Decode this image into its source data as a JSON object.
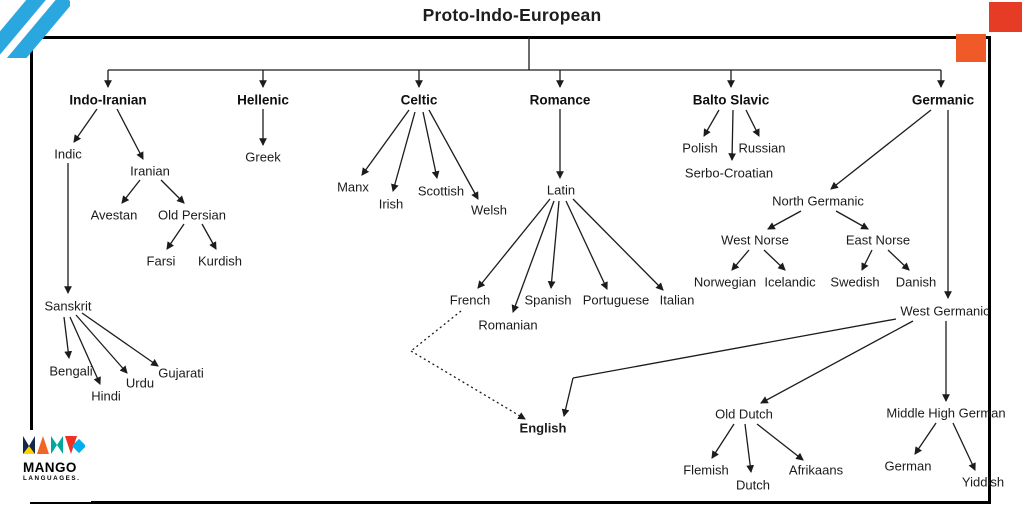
{
  "title": "Proto-Indo-European",
  "brand": {
    "name": "MANGO",
    "tagline": "LANGUAGES."
  },
  "colors": {
    "accent_blue": "#2ba7e0",
    "accent_red": "#e63c25",
    "accent_orange": "#f05a28",
    "line": "#1c1c1c"
  },
  "nodes": {
    "indo_iranian": "Indo-Iranian",
    "hellenic": "Hellenic",
    "celtic": "Celtic",
    "romance": "Romance",
    "balto_slavic": "Balto Slavic",
    "germanic": "Germanic",
    "indic": "Indic",
    "iranian": "Iranian",
    "avestan": "Avestan",
    "old_persian": "Old Persian",
    "farsi": "Farsi",
    "kurdish": "Kurdish",
    "sanskrit": "Sanskrit",
    "bengali": "Bengali",
    "hindi": "Hindi",
    "urdu": "Urdu",
    "gujarati": "Gujarati",
    "greek": "Greek",
    "manx": "Manx",
    "irish": "Irish",
    "scottish": "Scottish",
    "welsh": "Welsh",
    "latin": "Latin",
    "french": "French",
    "romanian": "Romanian",
    "spanish": "Spanish",
    "portuguese": "Portuguese",
    "italian": "Italian",
    "polish": "Polish",
    "russian": "Russian",
    "serbo_croatian": "Serbo-Croatian",
    "north_germanic": "North Germanic",
    "west_norse": "West Norse",
    "east_norse": "East Norse",
    "norwegian": "Norwegian",
    "icelandic": "Icelandic",
    "swedish": "Swedish",
    "danish": "Danish",
    "west_germanic": "West Germanic",
    "english": "English",
    "old_dutch": "Old Dutch",
    "middle_high_german": "Middle High German",
    "flemish": "Flemish",
    "dutch": "Dutch",
    "afrikaans": "Afrikaans",
    "german": "German",
    "yiddish": "Yiddish"
  },
  "edges": [
    {
      "from": "Proto-Indo-European",
      "to": [
        "Indo-Iranian",
        "Hellenic",
        "Celtic",
        "Romance",
        "Balto Slavic",
        "Germanic"
      ]
    },
    {
      "from": "Indo-Iranian",
      "to": [
        "Indic",
        "Iranian"
      ]
    },
    {
      "from": "Iranian",
      "to": [
        "Avestan",
        "Old Persian"
      ]
    },
    {
      "from": "Old Persian",
      "to": [
        "Farsi",
        "Kurdish"
      ]
    },
    {
      "from": "Indic",
      "to": [
        "Sanskrit"
      ]
    },
    {
      "from": "Sanskrit",
      "to": [
        "Bengali",
        "Hindi",
        "Urdu",
        "Gujarati"
      ]
    },
    {
      "from": "Hellenic",
      "to": [
        "Greek"
      ]
    },
    {
      "from": "Celtic",
      "to": [
        "Manx",
        "Irish",
        "Scottish",
        "Welsh"
      ]
    },
    {
      "from": "Romance",
      "to": [
        "Latin"
      ]
    },
    {
      "from": "Latin",
      "to": [
        "French",
        "Romanian",
        "Spanish",
        "Portuguese",
        "Italian"
      ]
    },
    {
      "from": "French",
      "to": [
        "English"
      ],
      "style": "dotted"
    },
    {
      "from": "Balto Slavic",
      "to": [
        "Polish",
        "Serbo-Croatian",
        "Russian"
      ]
    },
    {
      "from": "Germanic",
      "to": [
        "North Germanic",
        "West Germanic"
      ]
    },
    {
      "from": "North Germanic",
      "to": [
        "West Norse",
        "East Norse"
      ]
    },
    {
      "from": "West Norse",
      "to": [
        "Norwegian",
        "Icelandic"
      ]
    },
    {
      "from": "East Norse",
      "to": [
        "Swedish",
        "Danish"
      ]
    },
    {
      "from": "West Germanic",
      "to": [
        "English",
        "Old Dutch",
        "Middle High German"
      ]
    },
    {
      "from": "Old Dutch",
      "to": [
        "Flemish",
        "Dutch",
        "Afrikaans"
      ]
    },
    {
      "from": "Middle High German",
      "to": [
        "German",
        "Yiddish"
      ]
    }
  ]
}
